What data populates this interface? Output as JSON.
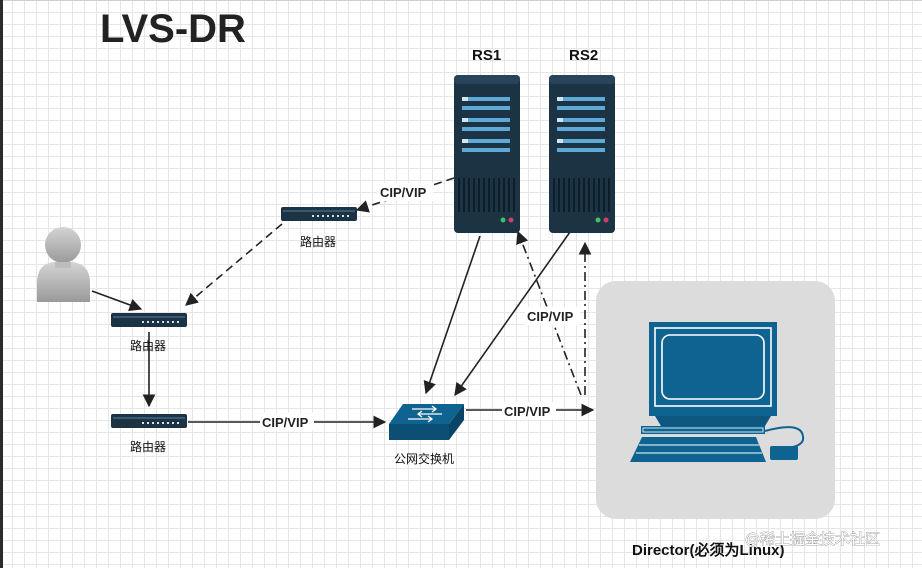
{
  "title": "LVS-DR",
  "nodes": {
    "user": {
      "icon": "user-icon"
    },
    "router_top": {
      "label": "路由器",
      "icon": "router-icon"
    },
    "router_mid": {
      "label": "路由器",
      "icon": "router-icon"
    },
    "router_bottom": {
      "label": "路由器",
      "icon": "router-icon"
    },
    "switch": {
      "label": "公网交换机",
      "icon": "switch-icon"
    },
    "rs1": {
      "label": "RS1",
      "icon": "server-icon"
    },
    "rs2": {
      "label": "RS2",
      "icon": "server-icon"
    },
    "director": {
      "label": "Director(必须为Linux)",
      "icon": "computer-icon"
    }
  },
  "edges": {
    "rs1_to_router_top": "CIP/VIP",
    "router_bottom_to_switch": "CIP/VIP",
    "switch_to_director": "CIP/VIP",
    "director_to_rs": "CIP/VIP"
  },
  "watermark": "@稀土掘金技术社区",
  "colors": {
    "device_dark": "#1c3344",
    "device_blue": "#0f6391",
    "director_bg": "#dcdcdc",
    "arrow": "#222222"
  }
}
